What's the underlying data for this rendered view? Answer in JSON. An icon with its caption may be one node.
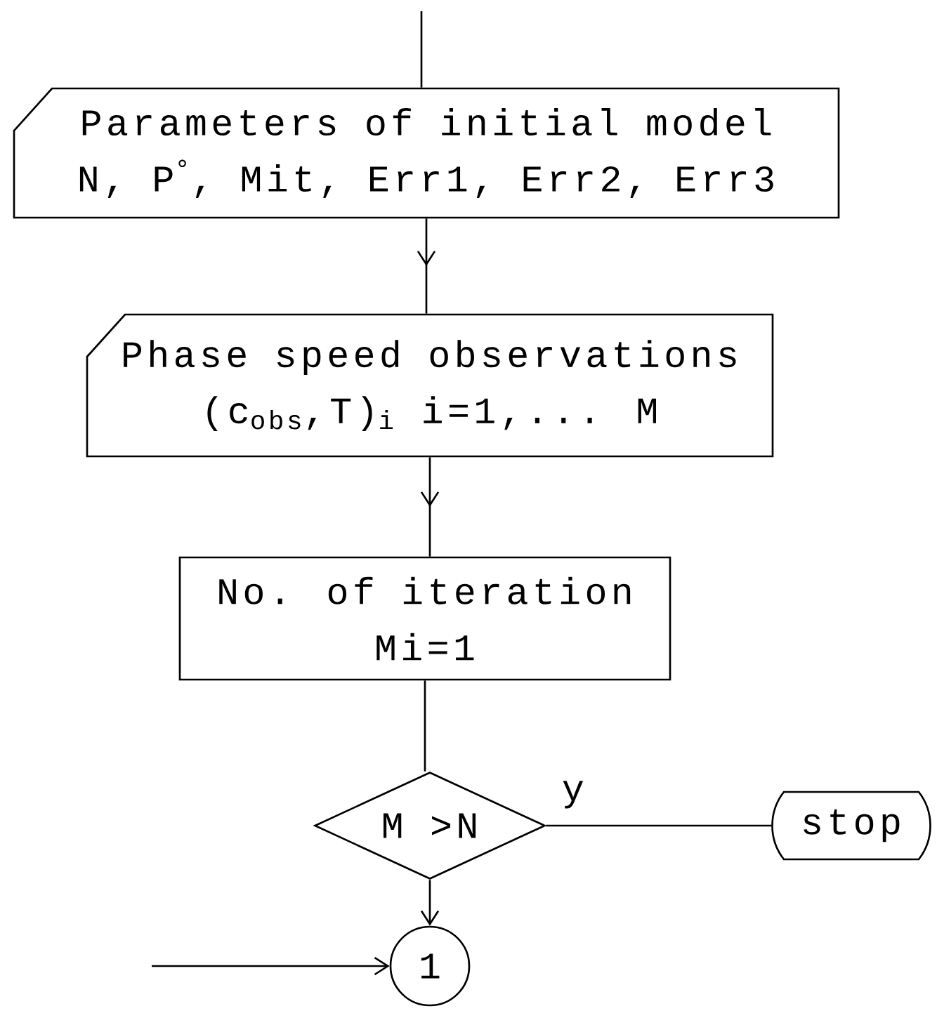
{
  "diagram": {
    "nodes": [
      {
        "text": [
          "Parameters of initial model",
          "N, P$^{°}$, Mit, Err1, Err2, Err3"
        ]
      },
      {
        "text": [
          "Phase speed observations",
          "(c$_{obs}$,T)$_{i}$ i=1,... M"
        ]
      },
      {
        "text": [
          "No. of iteration",
          "Mi=1"
        ]
      },
      {
        "text": [
          "M >N"
        ]
      },
      {
        "text": [
          "stop"
        ]
      },
      {
        "text": [
          "1"
        ]
      }
    ],
    "edges": [
      {
        "from": null,
        "to": 0,
        "arrow": "none"
      },
      {
        "from": 0,
        "to": 1,
        "arrow": "to"
      },
      {
        "from": 1,
        "to": 2,
        "arrow": "to"
      },
      {
        "from": 2,
        "to": 3,
        "arrow": "none"
      },
      {
        "from": 3,
        "to": 4,
        "arrow": "none",
        "label": "y"
      },
      {
        "from": 3,
        "to": 5,
        "arrow": "to"
      },
      {
        "from": null,
        "to": 5,
        "arrow": "to"
      }
    ]
  }
}
